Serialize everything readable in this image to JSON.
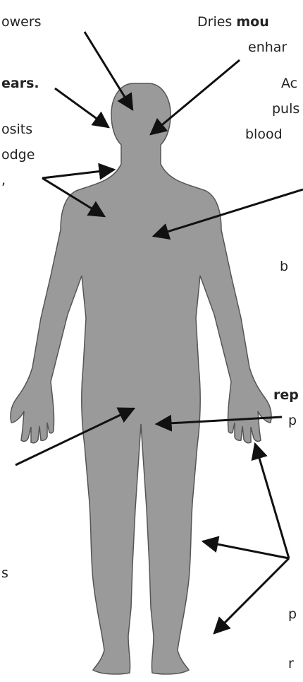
{
  "colors": {
    "body_fill": "#9a9a9a",
    "body_outline": "#555555",
    "arrow": "#111111",
    "text": "#222222",
    "background": "#ffffff"
  },
  "labels": {
    "top_left": "owers",
    "top_right_prefix": "Dries ",
    "top_right_bold": "mou",
    "top_right_line2": "enhar",
    "ears_bold": "ears.",
    "mid_right_line1": "Ac",
    "mid_right_line2": "puls",
    "mid_right_line3": "blood",
    "left_line1": "osits",
    "left_line2": "odge",
    "left_line3": ",",
    "right_b": "b",
    "rep_bold": "rep",
    "right_p": "p",
    "left_s": "s",
    "bottom_right_p": "p",
    "bottom_right_r": "r"
  }
}
